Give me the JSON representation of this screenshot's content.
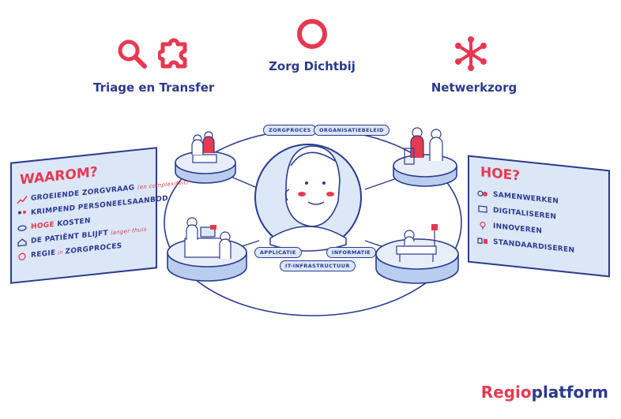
{
  "headers": {
    "left": {
      "label": "Triage en Transfer",
      "icons": [
        "search-icon",
        "puzzle-icon"
      ]
    },
    "center": {
      "label": "Zorg Dichtbij",
      "icons": [
        "ring-icon"
      ]
    },
    "right": {
      "label": "Netwerkzorg",
      "icons": [
        "network-icon"
      ]
    }
  },
  "tags": {
    "zorgproces": "ZORGPROCES",
    "organisatiebeleid": "ORGANISATIEBELEID",
    "applicatie": "APPLICATIE",
    "informatie": "INFORMATIE",
    "it_infrastructuur": "IT-INFRASTRUCTUUR"
  },
  "waarom": {
    "title": "WAAROM?",
    "items": [
      {
        "text": "GROEIENDE ZORGVRAAG",
        "note": "(en complexiteit)"
      },
      {
        "text": "KRIMPEND PERSONEELSAANBOD",
        "note": ""
      },
      {
        "highlight": "HOGE",
        "text": " KOSTEN",
        "note": ""
      },
      {
        "text": "DE PATIËNT BLIJFT",
        "note": "langer thuis"
      },
      {
        "text": "REGIE",
        "mid": " in ",
        "text2": "ZORGPROCES"
      }
    ]
  },
  "hoe": {
    "title": "HOE?",
    "items": [
      "SAMENWERKEN",
      "DIGITALISEREN",
      "INNOVEREN",
      "STANDAARDISEREN"
    ]
  },
  "brand": {
    "part1": "Regio",
    "part2": "platform"
  },
  "colors": {
    "navy": "#2b3a8f",
    "red": "#e63950",
    "light_blue": "#dbe6f7"
  }
}
